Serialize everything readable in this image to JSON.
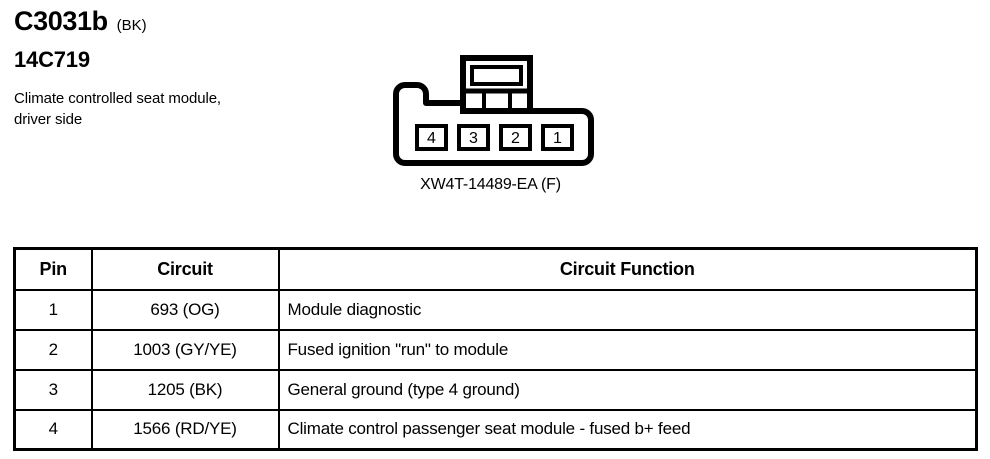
{
  "header": {
    "connector_id": "C3031b",
    "color_code": "(BK)",
    "part_number": "14C719",
    "description": "Climate controlled seat module,\ndriver side"
  },
  "connector": {
    "part_caption": "XW4T-14489-EA (F)",
    "pin_labels": [
      "4",
      "3",
      "2",
      "1"
    ],
    "tab_segments": 3,
    "outline_color": "#000000"
  },
  "pin_table": {
    "columns": [
      "Pin",
      "Circuit",
      "Circuit Function"
    ],
    "rows": [
      {
        "pin": "1",
        "circuit": "693 (OG)",
        "function": "Module diagnostic"
      },
      {
        "pin": "2",
        "circuit": "1003 (GY/YE)",
        "function": "Fused ignition \"run\" to module"
      },
      {
        "pin": "3",
        "circuit": "1205 (BK)",
        "function": "General ground (type 4 ground)"
      },
      {
        "pin": "4",
        "circuit": "1566 (RD/YE)",
        "function": "Climate control passenger seat module - fused b+ feed"
      }
    ]
  }
}
